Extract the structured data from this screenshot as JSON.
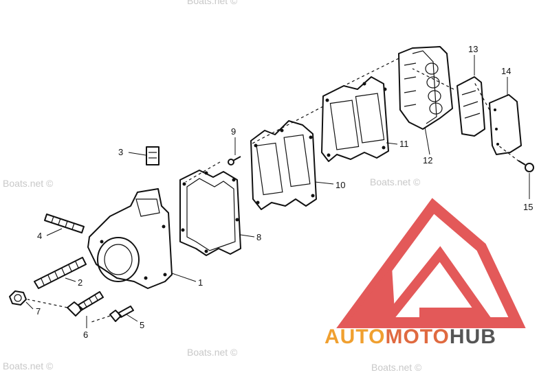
{
  "callouts": [
    {
      "id": "1",
      "label": "1"
    },
    {
      "id": "2",
      "label": "2"
    },
    {
      "id": "3",
      "label": "3"
    },
    {
      "id": "4",
      "label": "4"
    },
    {
      "id": "5",
      "label": "5"
    },
    {
      "id": "6",
      "label": "6"
    },
    {
      "id": "7",
      "label": "7"
    },
    {
      "id": "8",
      "label": "8"
    },
    {
      "id": "9",
      "label": "9"
    },
    {
      "id": "10",
      "label": "10"
    },
    {
      "id": "11",
      "label": "11"
    },
    {
      "id": "12",
      "label": "12"
    },
    {
      "id": "13",
      "label": "13"
    },
    {
      "id": "14",
      "label": "14"
    },
    {
      "id": "15",
      "label": "15"
    }
  ],
  "watermark": {
    "text": "Boats.net ©",
    "color": "#c8c8c8"
  },
  "brand_logo": {
    "part1": "AUTO",
    "part2": "MOTO",
    "part3": "HUB",
    "color_primary": "#f0a030",
    "color_secondary": "#e06a40",
    "color_dark": "#555555",
    "mark_color": "#e04848"
  }
}
